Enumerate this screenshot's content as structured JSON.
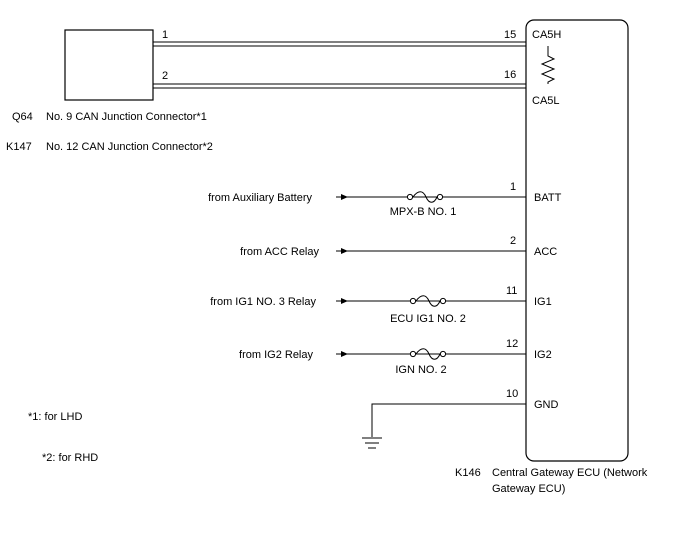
{
  "connector": {
    "codes": [
      "Q64",
      "K147"
    ],
    "names": [
      "No. 9 CAN Junction Connector*1",
      "No. 12 CAN Junction Connector*2"
    ],
    "pins": [
      "1",
      "2"
    ]
  },
  "ecu": {
    "code": "K146",
    "name_line1": "Central Gateway ECU (Network",
    "name_line2": "Gateway ECU)",
    "can_pins": [
      {
        "pin": "15",
        "label": "CA5H"
      },
      {
        "pin": "16",
        "label": "CA5L"
      }
    ]
  },
  "inputs": [
    {
      "source": "from Auxiliary Battery",
      "fuse": "MPX-B NO. 1",
      "pin": "1",
      "terminal": "BATT"
    },
    {
      "source": "from ACC Relay",
      "fuse": "",
      "pin": "2",
      "terminal": "ACC"
    },
    {
      "source": "from IG1 NO. 3 Relay",
      "fuse": "ECU IG1 NO. 2",
      "pin": "11",
      "terminal": "IG1"
    },
    {
      "source": "from IG2 Relay",
      "fuse": "IGN NO. 2",
      "pin": "12",
      "terminal": "IG2"
    }
  ],
  "ground": {
    "pin": "10",
    "terminal": "GND"
  },
  "notes": [
    "*1: for LHD",
    "*2: for RHD"
  ]
}
